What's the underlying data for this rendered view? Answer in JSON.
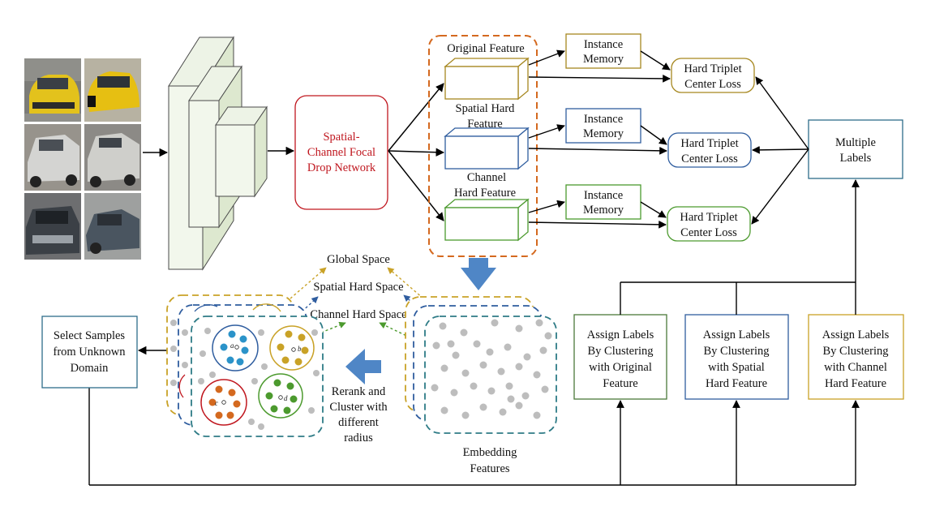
{
  "colors": {
    "orange": "#d4691f",
    "olive": "#a6871f",
    "blue": "#2f5d9f",
    "green": "#4c9a2e",
    "teal": "#2e7b86",
    "gold": "#c9a227",
    "red": "#c0171f",
    "gray": "#bdbdbd",
    "arrow": "#000000",
    "big_arrow": "#4f86c6"
  },
  "icons": [
    "vehicle-photo-grid",
    "cnn-layer-stack",
    "feature-cuboid",
    "cluster-circle",
    "down-arrow",
    "left-arrow"
  ],
  "network": {
    "label_lines": [
      "Spatial-",
      "Channel Focal",
      "Drop Network"
    ]
  },
  "features": {
    "group_title": "Original Feature",
    "spatial_lines": [
      "Spatial Hard",
      "Feature"
    ],
    "channel_lines": [
      "Channel",
      "Hard Feature"
    ]
  },
  "memory": {
    "lines": [
      "Instance",
      "Memory"
    ]
  },
  "loss": {
    "lines": [
      "Hard Triplet",
      "Center Loss"
    ]
  },
  "multiple_labels": {
    "lines": [
      "Multiple",
      "Labels"
    ]
  },
  "assign": {
    "original": [
      "Assign Labels",
      "By Clustering",
      "with Original",
      "Feature"
    ],
    "spatial": [
      "Assign Labels",
      "By Clustering",
      "with Spatial",
      "Hard Feature"
    ],
    "channel": [
      "Assign Labels",
      "By Clustering",
      "with Channel",
      "Hard Feature"
    ]
  },
  "spaces": {
    "global": "Global Space",
    "spatial": "Spatial Hard Space",
    "channel": "Channel Hard Space"
  },
  "rerank": {
    "lines": [
      "Rerank and",
      "Cluster with",
      "different",
      "radius"
    ]
  },
  "embedding": {
    "lines": [
      "Embedding",
      "Features"
    ]
  },
  "select": {
    "lines": [
      "Select Samples",
      "from Unknown",
      "Domain"
    ]
  },
  "cluster_letters": [
    "a",
    "b",
    "c",
    "d"
  ]
}
